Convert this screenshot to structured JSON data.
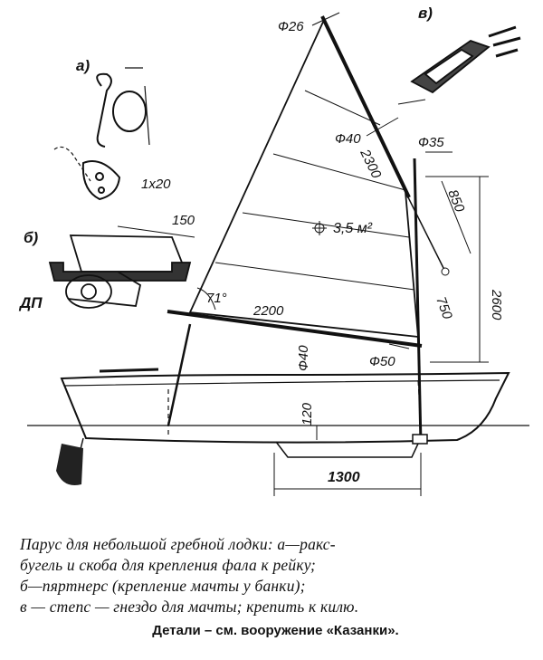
{
  "figure": {
    "labels": {
      "detail_a": "а)",
      "detail_b": "б)",
      "detail_v": "в)",
      "dp": "ДП",
      "link_size": "1x20",
      "partners_size": "150"
    },
    "dimensions": {
      "top_diameter": "Ф26",
      "yard_diameter": "Ф40",
      "yard_length": "2300",
      "mast_diameter": "Ф35",
      "sail_area": "3,5 м²",
      "stay_length": "850",
      "boom_length": "2200",
      "angle": "71°",
      "boom_diameter": "Ф40",
      "boom_end_diameter": "Ф50",
      "strut_length": "750",
      "mast_height": "2600",
      "draft": "120",
      "keel_length": "1300"
    }
  },
  "caption": {
    "line1": "Парус для небольшой гребной лодки: а—ракс-",
    "line2": "бугель и скоба для крепления фала к рейку;",
    "line3": "б—пяртнерс (крепление мачты у банки);",
    "line4": "в — степс — гнездо для мачты; крепить к килю.",
    "note": "Детали – см. вооружение «Казанки»."
  }
}
